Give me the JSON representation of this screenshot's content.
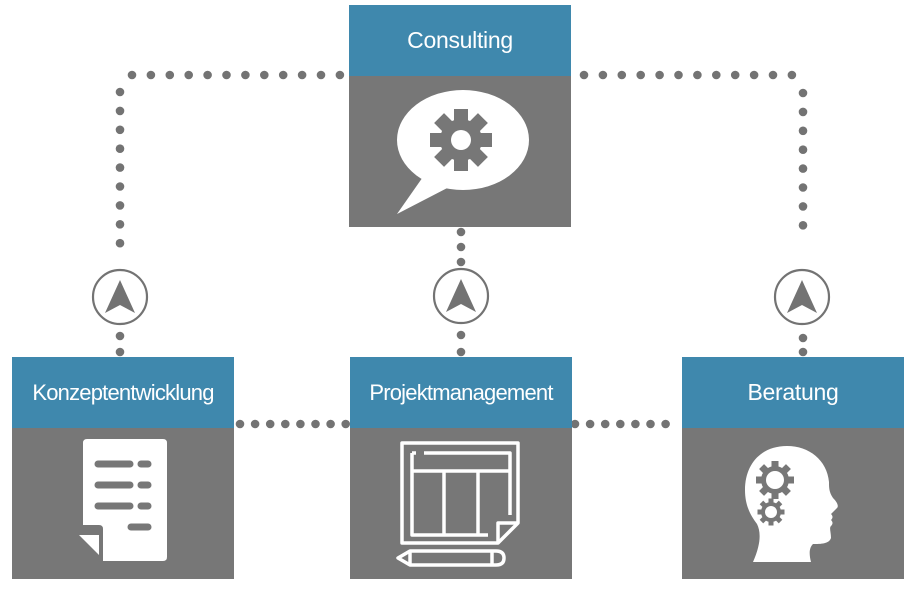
{
  "colors": {
    "header": "#3f88ad",
    "body": "#777777",
    "connector": "#737373",
    "icon": "#ffffff"
  },
  "top_node": {
    "label": "Consulting",
    "icon": "speech-bubble-gear-icon"
  },
  "bottom_nodes": [
    {
      "label": "Konzeptentwicklung",
      "icon": "document-list-icon"
    },
    {
      "label": "Projektmanagement",
      "icon": "blueprint-pencil-icon"
    },
    {
      "label": "Beratung",
      "icon": "head-gears-icon"
    }
  ],
  "arrow_badges": [
    {
      "icon": "arrow-up-circle-icon",
      "direction": "up"
    },
    {
      "icon": "arrow-up-circle-icon",
      "direction": "up"
    },
    {
      "icon": "arrow-up-circle-icon",
      "direction": "up"
    }
  ]
}
